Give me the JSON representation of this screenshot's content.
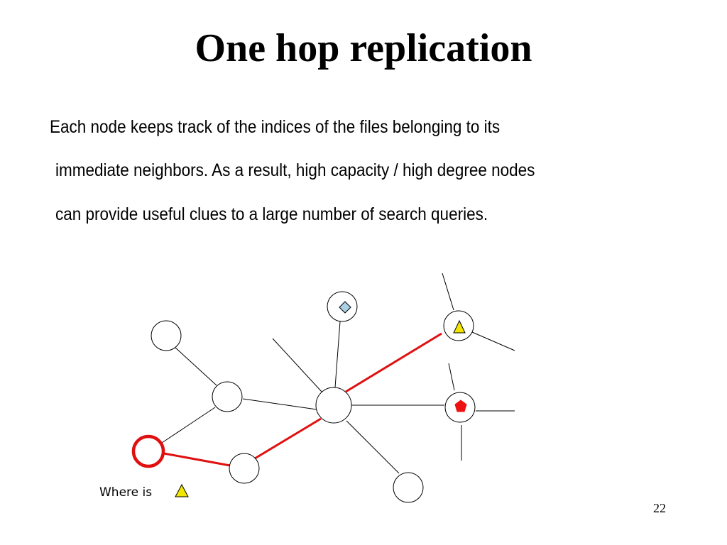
{
  "slide": {
    "title": "One hop replication",
    "body_lines": [
      "Each node keeps track  of the indices of the files belonging to its",
      "immediate neighbors. As a result, high capacity / high degree nodes",
      "can provide useful clues to a large number of search queries."
    ],
    "page_number": "22"
  },
  "diagram": {
    "query_label": "Where is",
    "colors": {
      "highlight_path": "#e01010",
      "triangle_fill": "#f2e600",
      "diamond_fill": "#a9d0e4",
      "pentagon_fill": "#ee1111"
    },
    "icons": [
      "triangle-icon",
      "diamond-icon",
      "pentagon-icon"
    ]
  }
}
